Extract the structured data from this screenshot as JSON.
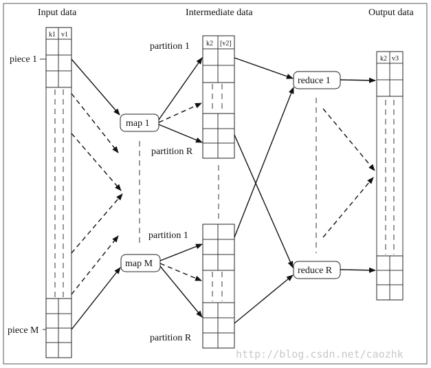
{
  "headers": {
    "input": "Input data",
    "intermediate": "Intermediate data",
    "output": "Output data"
  },
  "input": {
    "col1": "k1",
    "col2": "v1",
    "piece_first": "piece 1",
    "piece_last": "piece M"
  },
  "intermediate": {
    "col1": "k2",
    "col2": "[v2]",
    "partition_first": "partition 1",
    "partition_last": "partition R"
  },
  "output": {
    "col1": "k2",
    "col2": "v3"
  },
  "maps": {
    "first": "map 1",
    "last": "map M"
  },
  "reduces": {
    "first": "reduce 1",
    "last": "reduce R"
  },
  "watermark": "http://blog.csdn.net/caozhk"
}
